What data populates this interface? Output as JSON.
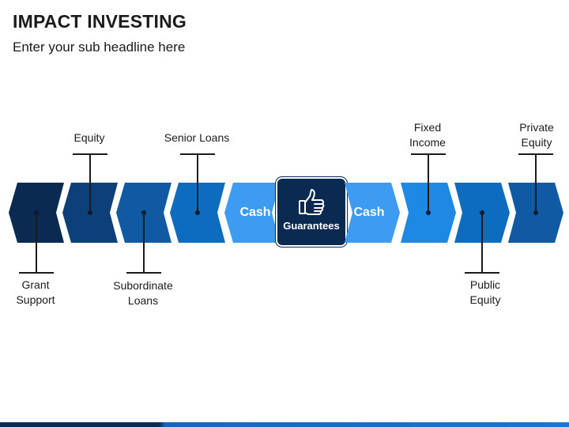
{
  "header": {
    "title": "IMPACT INVESTING",
    "subtitle": "Enter your sub headline here"
  },
  "colors": {
    "dark_navy": "#0b2a52",
    "navy": "#0d3f79",
    "mid_blue": "#0f5aa3",
    "blue": "#0d6cbd",
    "light_blue": "#3d9bf2",
    "bright_blue": "#1e88e5"
  },
  "center": {
    "label": "Guarantees",
    "icon": "thumbs-up-icon"
  },
  "left_flow": {
    "cash_label": "Cash",
    "labels": {
      "grant_support": [
        "Grant",
        "Support"
      ],
      "equity": "Equity",
      "subordinate_loans": [
        "Subordinate",
        "Loans"
      ],
      "senior_loans": "Senior Loans"
    }
  },
  "right_flow": {
    "cash_label": "Cash",
    "labels": {
      "fixed_income": [
        "Fixed",
        "Income"
      ],
      "public_equity": [
        "Public",
        "Equity"
      ],
      "private_equity": [
        "Private",
        "Equity"
      ]
    }
  }
}
